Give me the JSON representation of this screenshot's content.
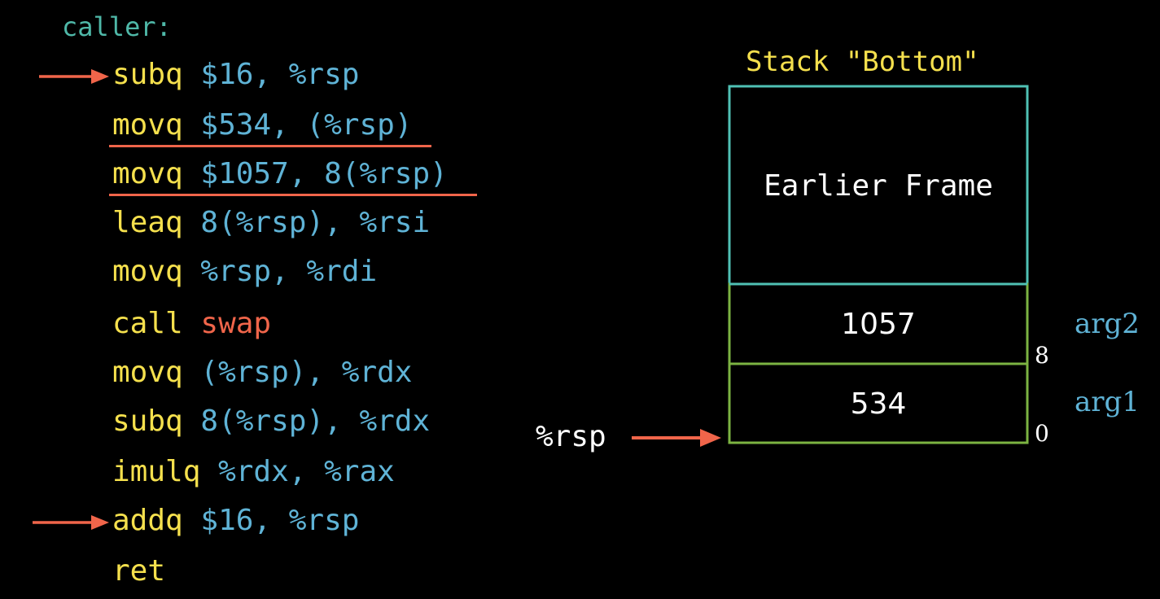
{
  "caller_label": "caller:",
  "code": [
    {
      "op": "subq",
      "args": "$16, %rsp"
    },
    {
      "op": "movq",
      "args": "$534, (%rsp)"
    },
    {
      "op": "movq",
      "args": "$1057, 8(%rsp)"
    },
    {
      "op": "leaq",
      "args": "8(%rsp), %rsi"
    },
    {
      "op": "movq",
      "args": "%rsp, %rdi"
    },
    {
      "op": "call",
      "args": "swap"
    },
    {
      "op": "movq",
      "args": "(%rsp), %rdx"
    },
    {
      "op": "subq",
      "args": "8(%rsp), %rdx"
    },
    {
      "op": "imulq",
      "args": "%rdx, %rax"
    },
    {
      "op": "addq",
      "args": "$16, %rsp"
    },
    {
      "op": "ret",
      "args": ""
    }
  ],
  "stack": {
    "title": "Stack \"Bottom\"",
    "earlier_frame": "Earlier Frame",
    "slot_high_value": "1057",
    "slot_low_value": "534",
    "offset_high": "8",
    "offset_low": "0",
    "arg_high": "arg2",
    "arg_low": "arg1",
    "pointer_label": "%rsp"
  },
  "colors": {
    "background": "#000000",
    "opcode": "#f5e04d",
    "operand": "#5fb3d6",
    "function": "#f0654a",
    "arrow": "#f0654a",
    "frame_border": "#4fc1b4",
    "slot_border": "#7cb342",
    "text": "#ffffff"
  }
}
